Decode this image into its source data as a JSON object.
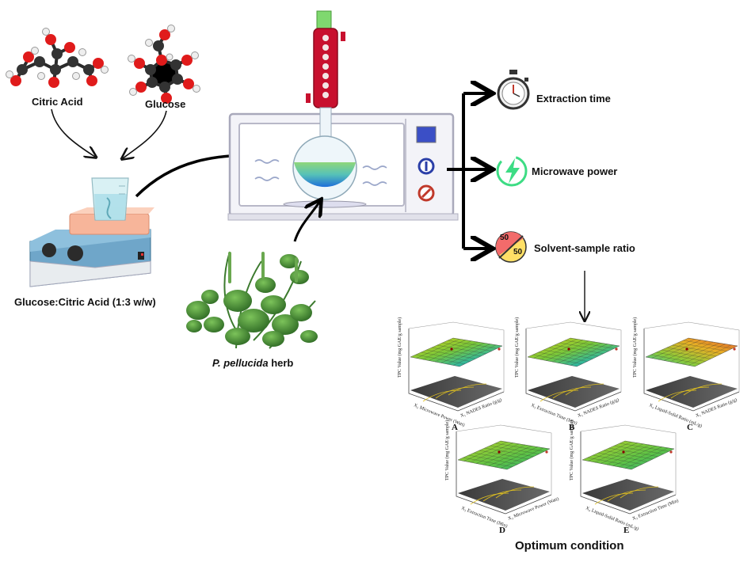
{
  "molecules": {
    "citric_acid": "Citric Acid",
    "glucose": "Glucose"
  },
  "mixture_label": "Glucose:Citric Acid (1:3 w/w)",
  "herb_label": {
    "italic": "P. pellucida",
    "rest": " herb"
  },
  "parameters": [
    {
      "label": "Extraction time",
      "icon": "stopwatch-icon"
    },
    {
      "label": "Microwave power",
      "icon": "lightning-icon"
    },
    {
      "label": "Solvent-sample ratio",
      "icon": "ratio-icon"
    }
  ],
  "ratio_icon_text": {
    "top": "50",
    "bottom": "50"
  },
  "plots": [
    {
      "letter": "A",
      "zlabel": "TPC Value (mg GAE/g sample)",
      "xlabel": "X₁ NADES Ratio (g/g)",
      "ylabel": "X₂ Microwave Power (Watt)"
    },
    {
      "letter": "B",
      "zlabel": "TPC Value (mg GAE/g sample)",
      "xlabel": "X₁ NADES Ratio (g/g)",
      "ylabel": "X₃ Extraction Time (Min)"
    },
    {
      "letter": "C",
      "zlabel": "TPC Value (mg GAE/g sample)",
      "xlabel": "X₁ NADES Ratio (g/g)",
      "ylabel": "X₄ Liquid-Solid Ratio (mL/g)"
    },
    {
      "letter": "D",
      "zlabel": "TPC Value (mg GAE/g sample)",
      "xlabel": "X₂ Microwave Power (Watt)",
      "ylabel": "X₃ Extraction Time (Min)"
    },
    {
      "letter": "E",
      "zlabel": "TPC Value (mg GAE/g sample)",
      "xlabel": "X₃ Extraction Time (Min)",
      "ylabel": "X₄ Liquid-Solid Ratio (mL/g)"
    }
  ],
  "optimum_label": "Optimum condition",
  "colors": {
    "microwave_frame": "#c9c9d6",
    "condenser": "#c8102e",
    "flask_liquid_top": "#7fd18a",
    "flask_liquid_bottom": "#1e88e5",
    "hotplate_body": "#6fa6c9",
    "hotplate_top": "#f7b59a",
    "lightning": "#3ddc84",
    "ratio_red": "#f26b6b",
    "ratio_yellow": "#ffe066"
  }
}
